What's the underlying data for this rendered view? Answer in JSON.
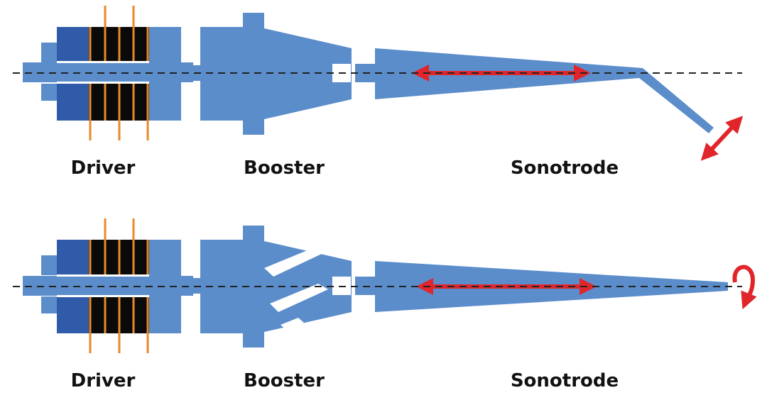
{
  "colors": {
    "metal": "#5b8dcb",
    "metal_dark": "#2f5ba8",
    "piezo": "#0a0a0a",
    "electrode": "#e8892a",
    "arrow": "#e0262b",
    "axis": "#222222",
    "background": "#ffffff"
  },
  "top": {
    "labels": {
      "driver": "Driver",
      "booster": "Booster",
      "sonotrode": "Sonotrode"
    }
  },
  "bottom": {
    "labels": {
      "driver": "Driver",
      "booster": "Booster",
      "sonotrode": "Sonotrode"
    }
  }
}
